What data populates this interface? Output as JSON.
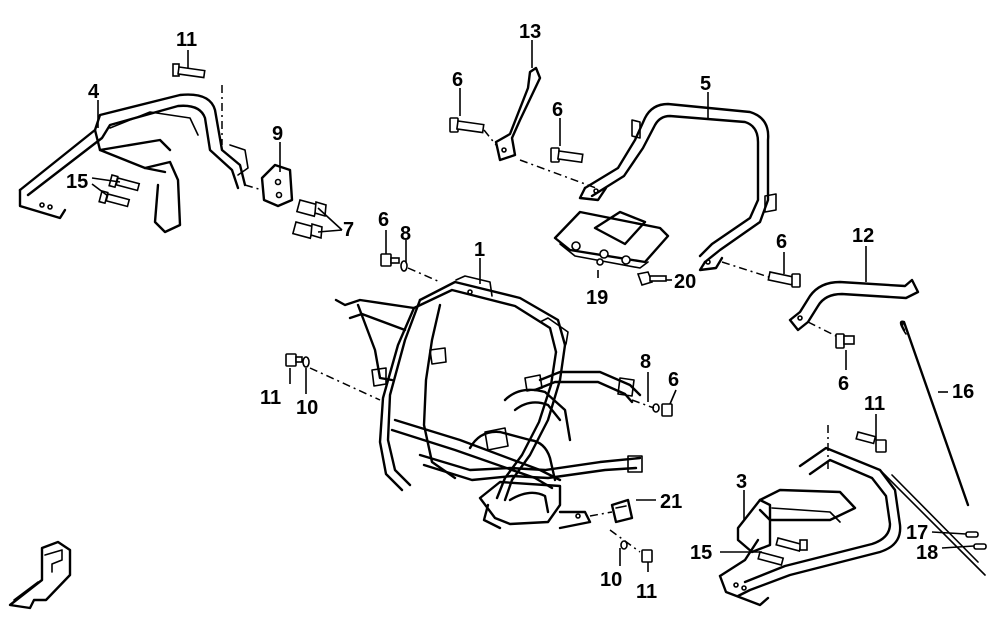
{
  "callouts": {
    "c1": "1",
    "c3": "3",
    "c4": "4",
    "c5": "5",
    "c6a": "6",
    "c6b": "6",
    "c6c": "6",
    "c6d": "6",
    "c6e": "6",
    "c6f": "6",
    "c7": "7",
    "c8a": "8",
    "c8b": "8",
    "c9": "9",
    "c10a": "10",
    "c10b": "10",
    "c11a": "11",
    "c11b": "11",
    "c11c": "11",
    "c11d": "11",
    "c12": "12",
    "c13": "13",
    "c15a": "15",
    "c15b": "15",
    "c16": "16",
    "c17": "17",
    "c18": "18",
    "c19": "19",
    "c20": "20",
    "c21": "21"
  },
  "colors": {
    "ink": "#000000",
    "paper": "#ffffff"
  },
  "icons": {
    "front_direction": "front-arrow-icon"
  }
}
